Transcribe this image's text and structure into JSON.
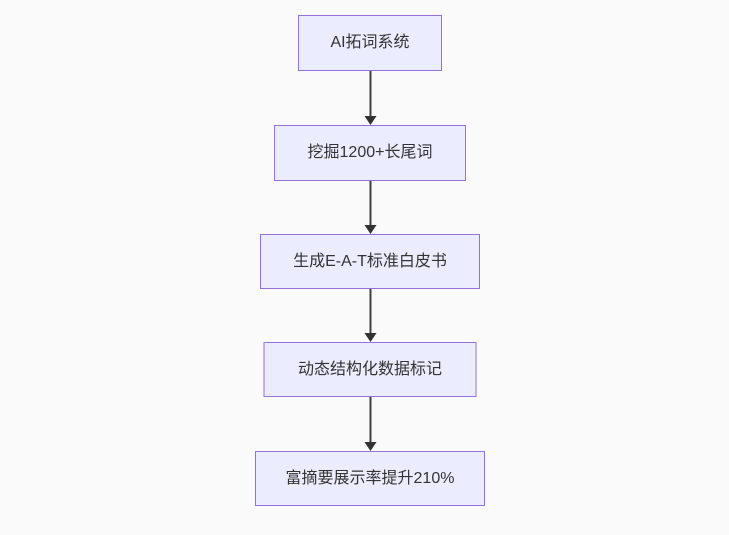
{
  "diagram": {
    "type": "flowchart",
    "direction": "top-down",
    "background": "#fafafa",
    "node_style": {
      "fill": "#ECECFF",
      "border_color": "#9370DB",
      "text_color": "#333333"
    },
    "arrow_color": "#333333",
    "nodes": [
      {
        "id": "A",
        "label": "AI拓词系统"
      },
      {
        "id": "B",
        "label": "挖掘1200+长尾词"
      },
      {
        "id": "C",
        "label": "生成E-A-T标准白皮书"
      },
      {
        "id": "D",
        "label": "动态结构化数据标记"
      },
      {
        "id": "E",
        "label": "富摘要展示率提升210%"
      }
    ],
    "edges": [
      {
        "from": "A",
        "to": "B"
      },
      {
        "from": "B",
        "to": "C"
      },
      {
        "from": "C",
        "to": "D"
      },
      {
        "from": "D",
        "to": "E"
      }
    ]
  }
}
